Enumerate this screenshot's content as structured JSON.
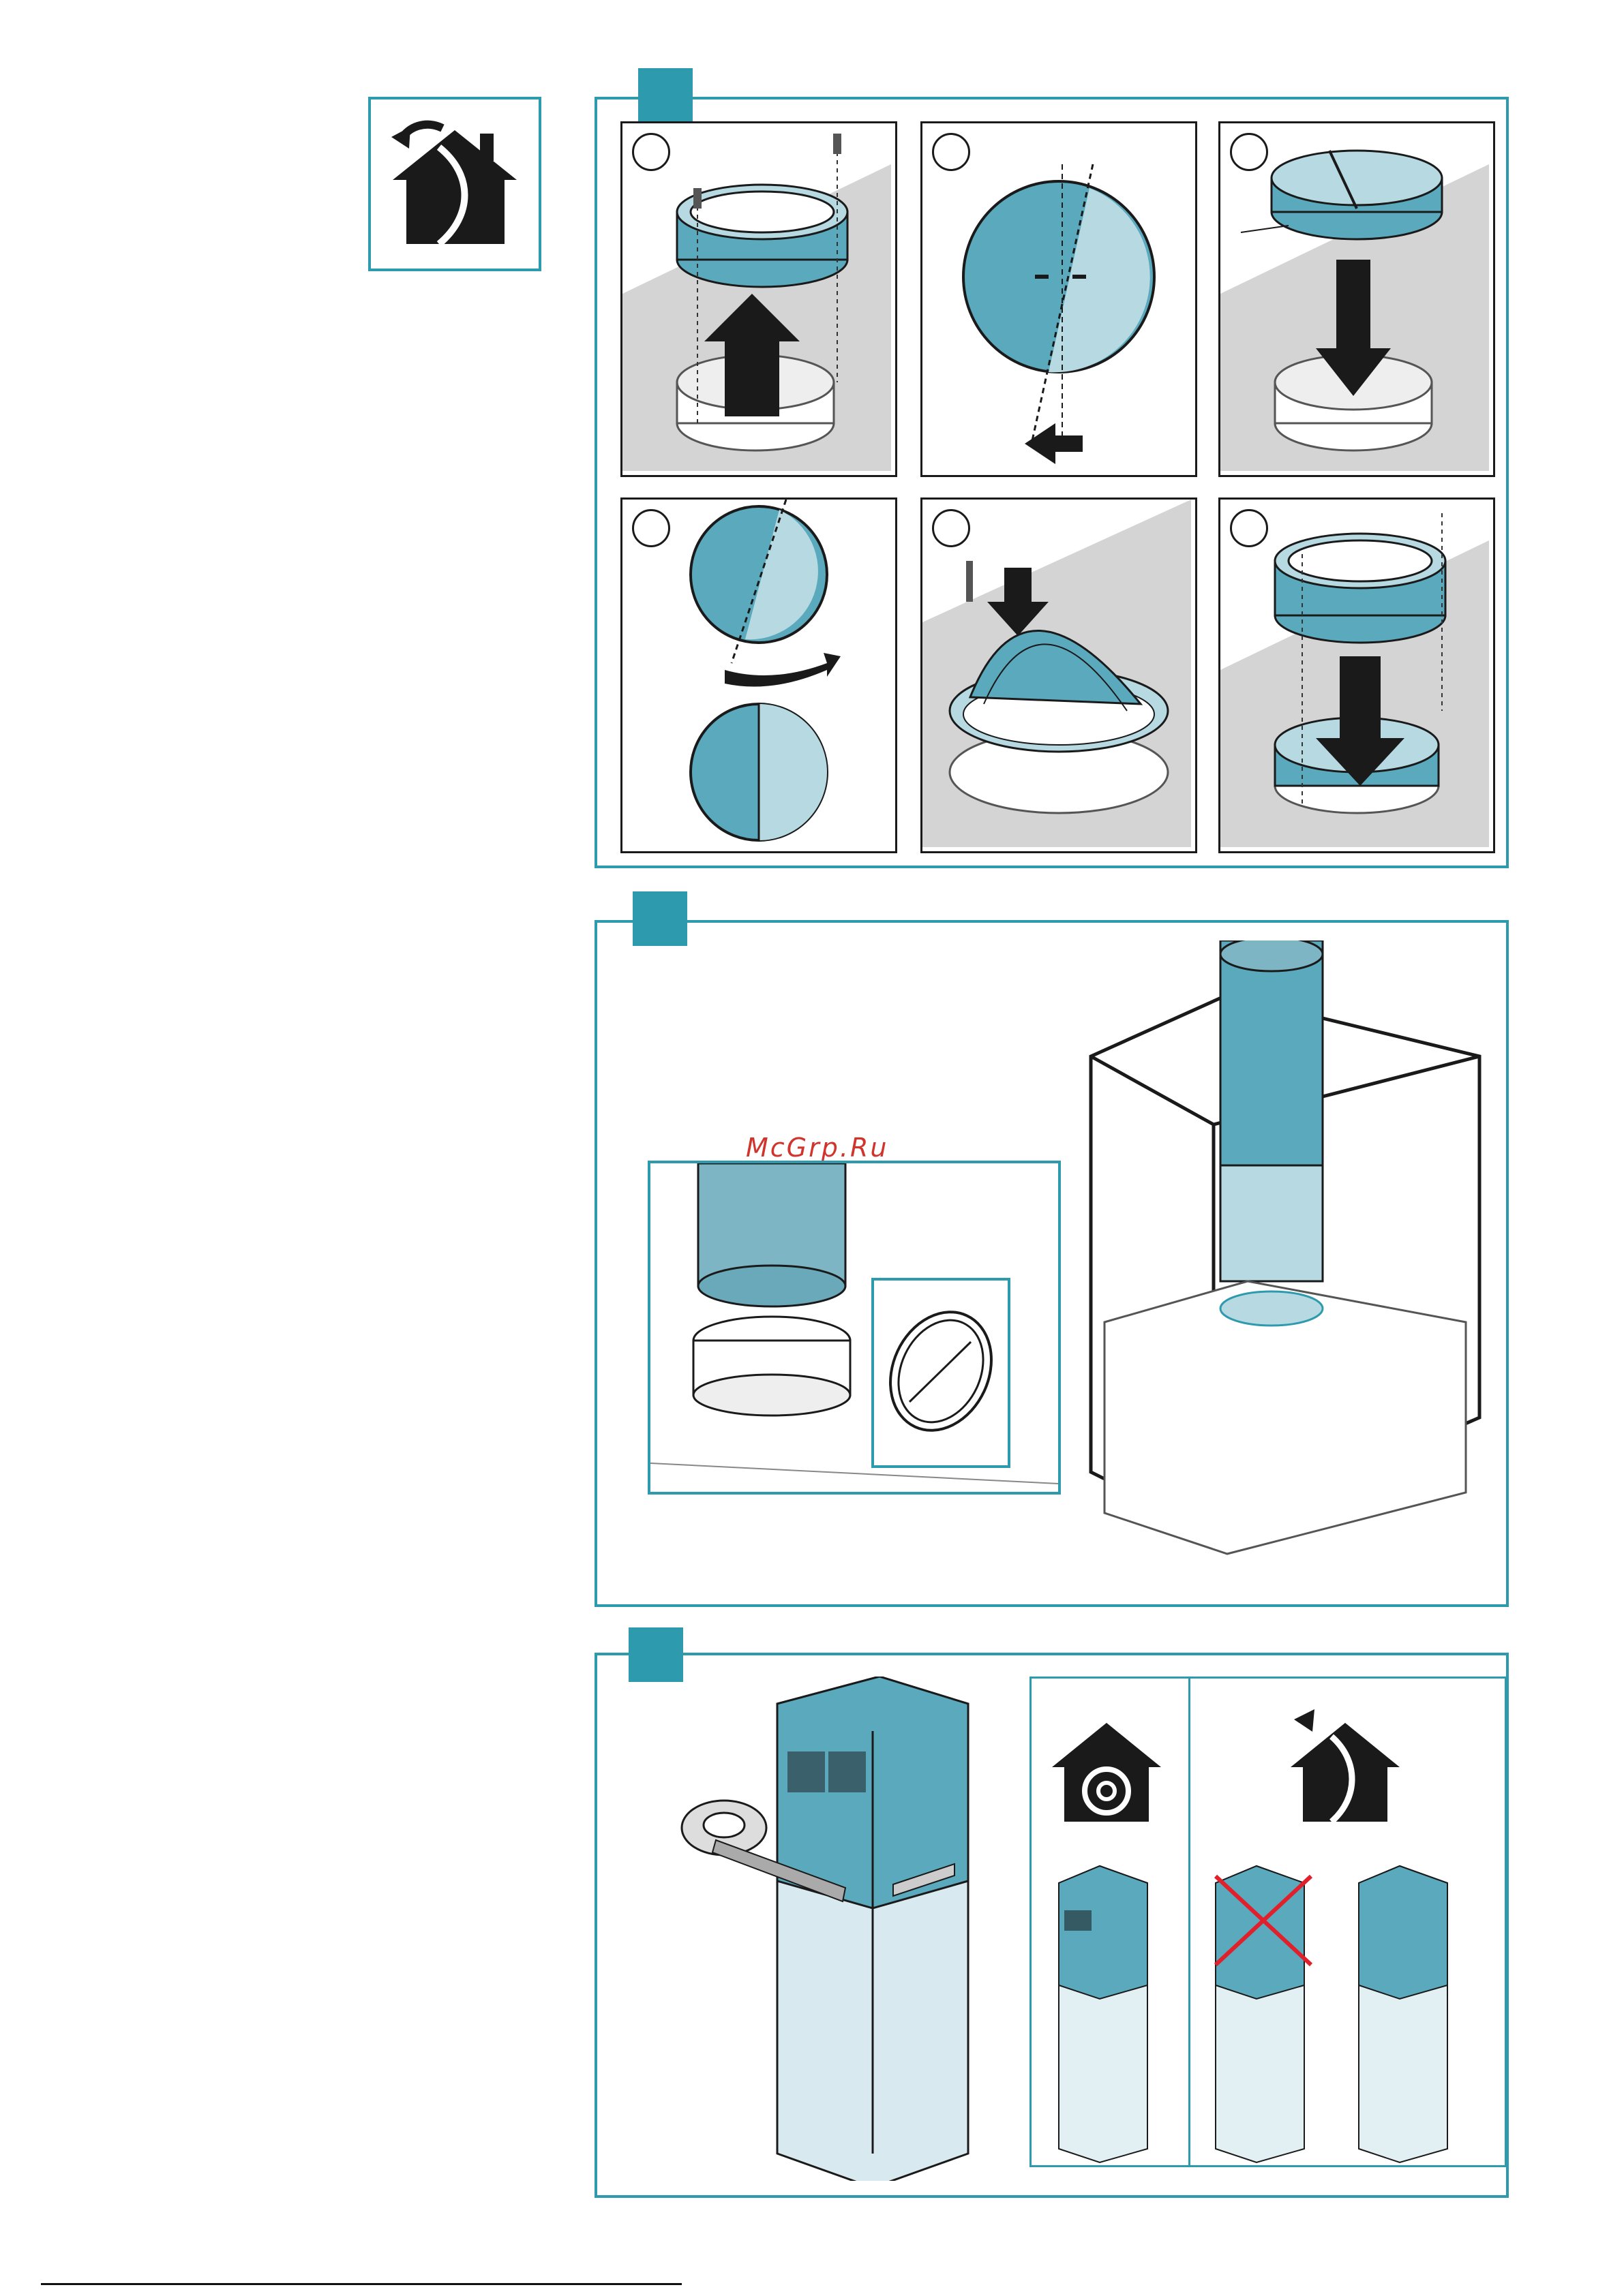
{
  "watermark": "McGrp.Ru",
  "page_footer": "",
  "icons": {
    "exhaust_mode": "house-exhaust-air-icon",
    "recirculation_mode": "house-recirculation-icon"
  },
  "colors": {
    "accent": "#2e9aad",
    "part_teal": "#5aa9bd",
    "part_light": "#b6d9e2",
    "wall_gray": "#d4d4d4",
    "cross_red": "#e0202a"
  },
  "steps": {
    "section_a": {
      "substeps": 6
    },
    "section_b": {
      "detail_views": 2
    },
    "section_c": {
      "variants": 3
    }
  }
}
